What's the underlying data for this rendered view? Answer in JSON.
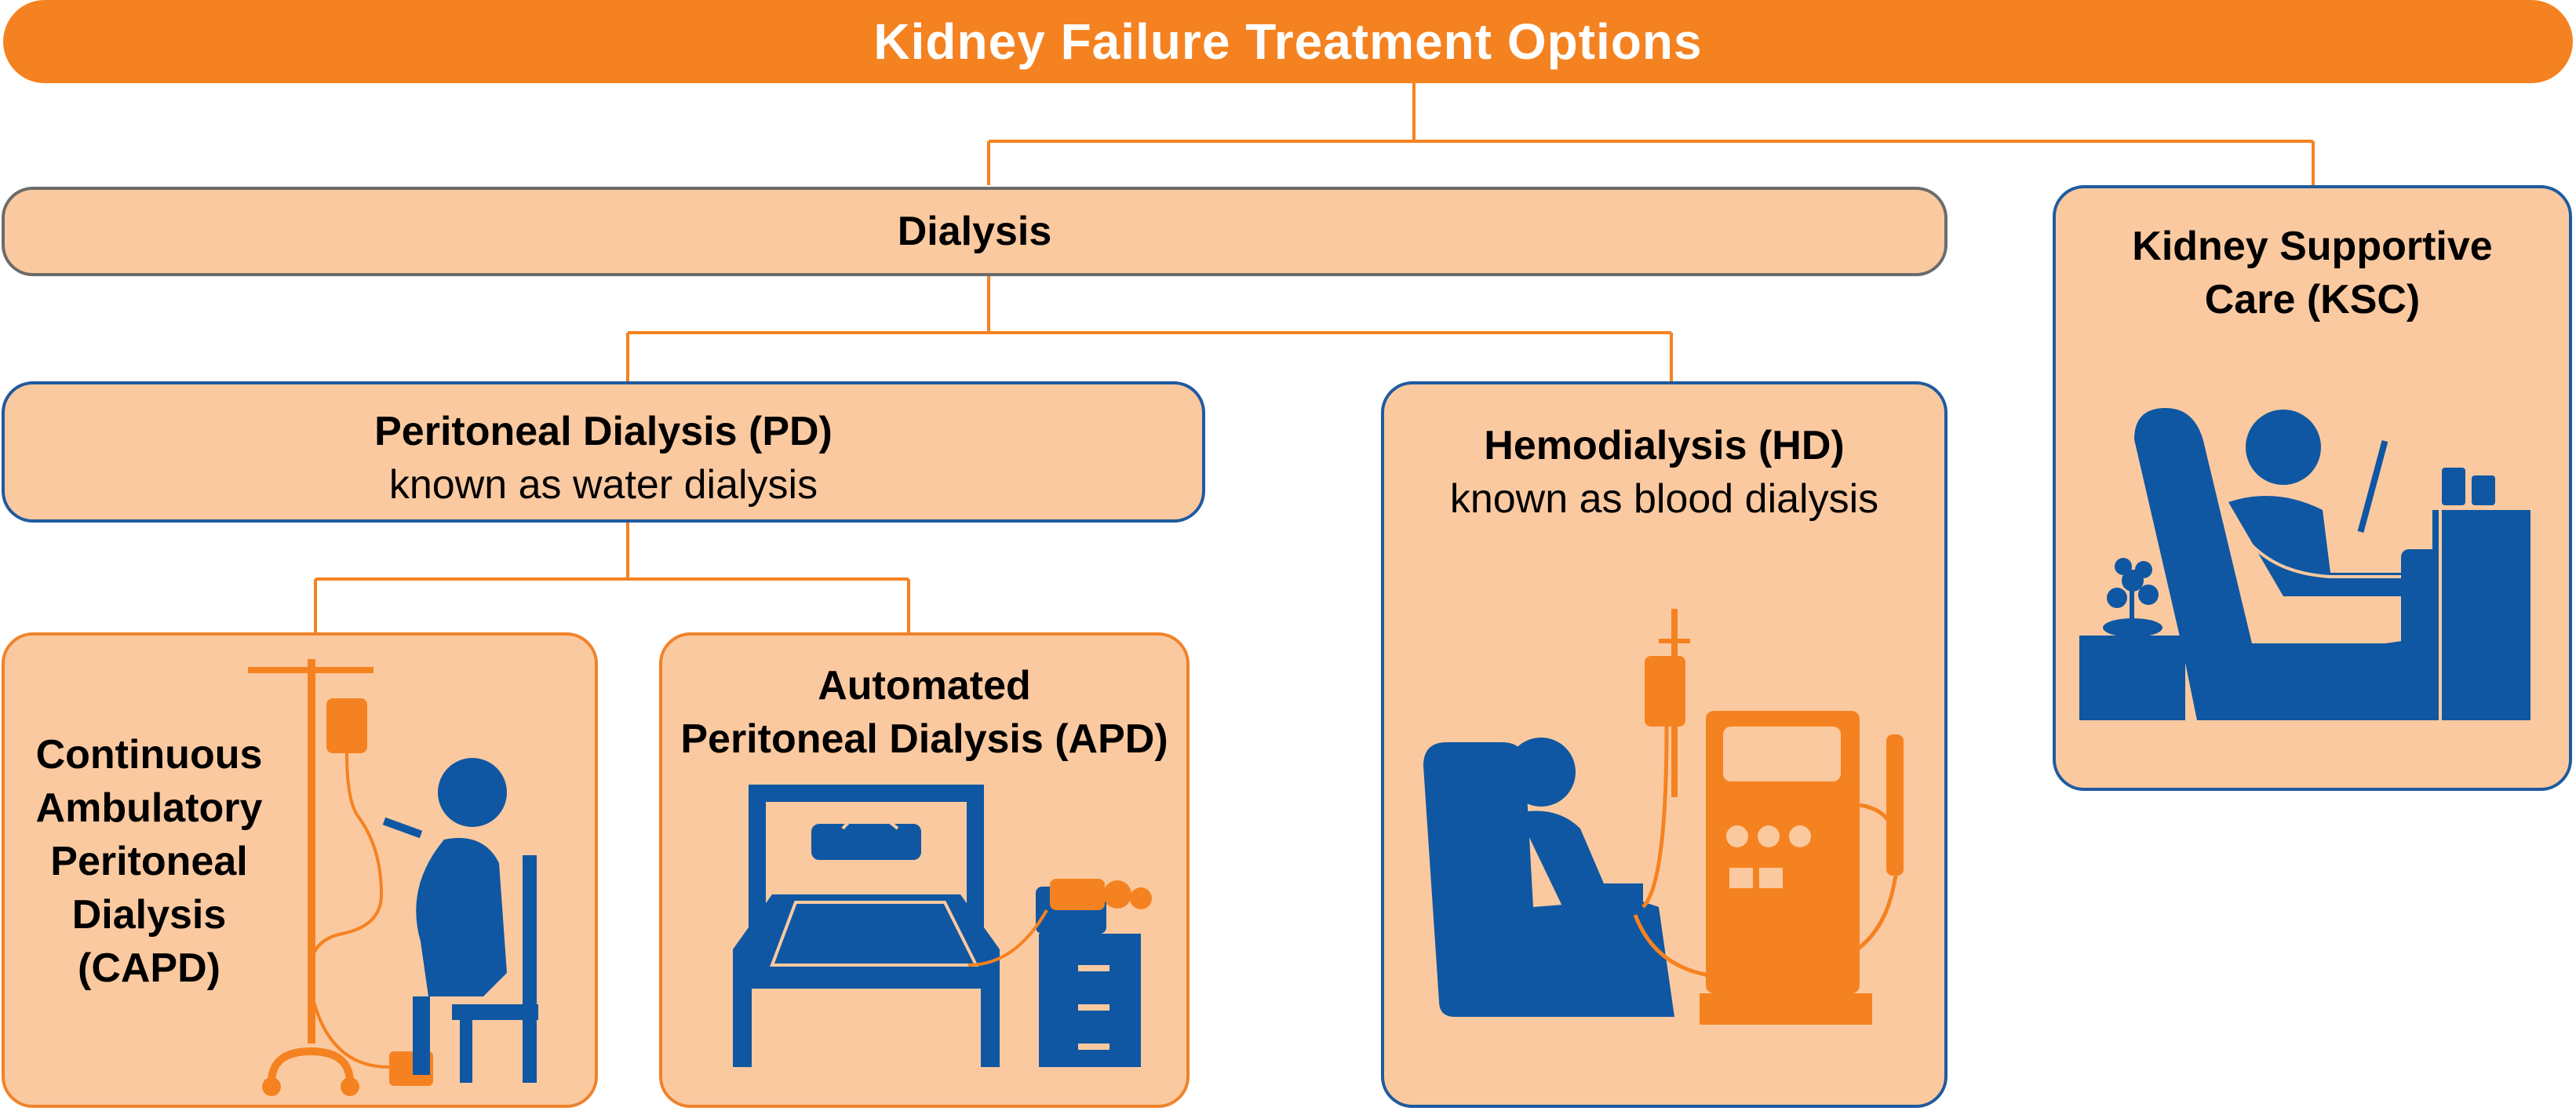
{
  "title": "Kidney Failure Treatment Options",
  "dialysis": {
    "label": "Dialysis"
  },
  "ksc": {
    "line1": "Kidney Supportive",
    "line2": "Care (KSC)"
  },
  "pd": {
    "title": "Peritoneal Dialysis (PD)",
    "subtitle": "known as water dialysis"
  },
  "hd": {
    "title": "Hemodialysis (HD)",
    "subtitle": "known as blood dialysis"
  },
  "capd": {
    "lines": [
      "Continuous",
      "Ambulatory",
      "Peritoneal",
      "Dialysis",
      "(CAPD)"
    ]
  },
  "apd": {
    "line1": "Automated",
    "line2": "Peritoneal Dialysis (APD)"
  },
  "colors": {
    "orange": "#F58220",
    "box_fill": "#FBC9A0",
    "blue": "#0F57A2",
    "connector": "#F58220"
  },
  "icons": [
    "iv-pole-seated-person",
    "bed-with-cycler",
    "recliner-dialysis-machine",
    "recliner-with-medications"
  ]
}
